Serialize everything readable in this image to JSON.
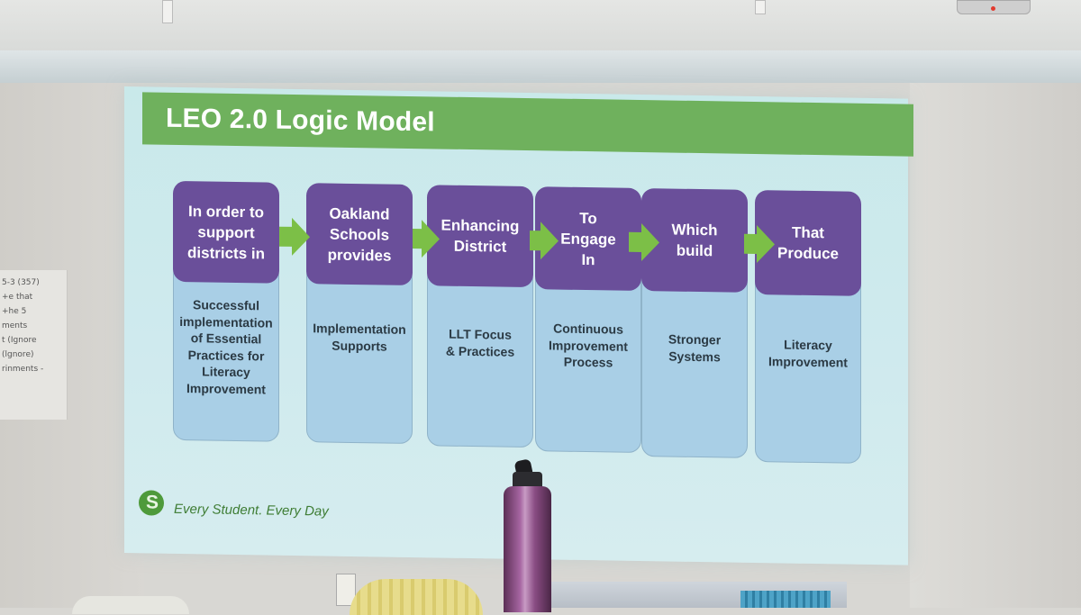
{
  "slide": {
    "title": "LEO 2.0 Logic Model",
    "steps": [
      {
        "header": "In order to\nsupport\ndistricts in",
        "body": "Successful\nimplementation\nof Essential\nPractices for\nLiteracy\nImprovement"
      },
      {
        "header": "Oakland\nSchools\nprovides",
        "body": "Implementation\nSupports"
      },
      {
        "header": "Enhancing\nDistrict",
        "body": "LLT Focus\n& Practices"
      },
      {
        "header": "To\nEngage\nIn",
        "body": "Continuous\nImprovement\nProcess"
      },
      {
        "header": "Which\nbuild",
        "body": "Stronger\nSystems"
      },
      {
        "header": "That\nProduce",
        "body": "Literacy\nImprovement"
      }
    ],
    "tagline": "Every Student. Every Day",
    "colors": {
      "title_bar": "#6fb15d",
      "step_header": "#6a4f9a",
      "step_body": "#a9cfe6",
      "arrow": "#7cbf47"
    }
  },
  "wall_note": "5-3 (357)\n+e that\n+he 5\nments\nt (Ignore\n(lgnore)\nrinments -"
}
